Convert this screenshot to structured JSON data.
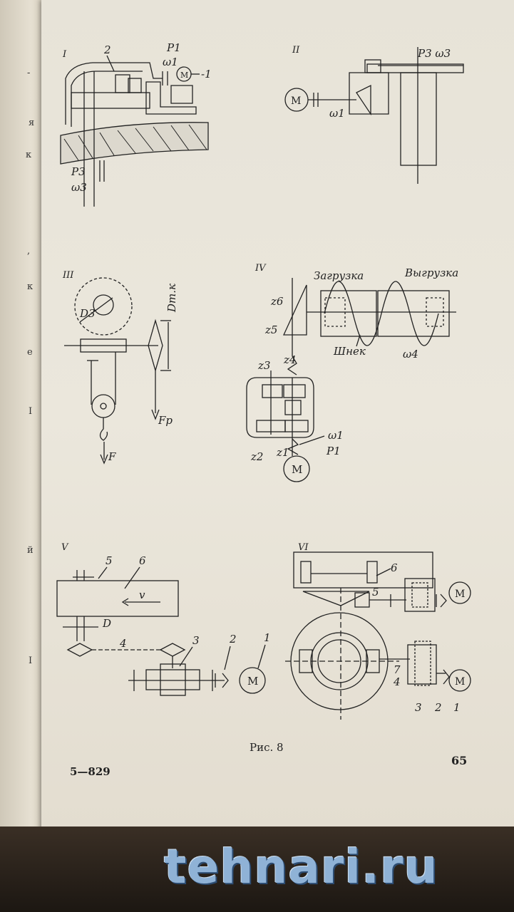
{
  "page": {
    "caption": "Рис. 8",
    "number": "65",
    "print_code": "5—829"
  },
  "watermark": "tehnari.ru",
  "margin_fragments": [
    "-",
    "я",
    "к",
    ",",
    "к",
    "е",
    "I",
    "й",
    "I"
  ],
  "diagrams": [
    {
      "label": "I",
      "motor": "M",
      "p1": "P1",
      "omega1": "ω1",
      "n1": "-1",
      "n2": "2",
      "p3": "P3",
      "omega3": "ω3"
    },
    {
      "label": "II",
      "motor": "M",
      "p3_omega3": "P3 ω3",
      "omega1": "ω1"
    },
    {
      "label": "III",
      "d3": "D3",
      "dtk": "Dт.к",
      "fp": "Fр",
      "f": "F"
    },
    {
      "label": "IV",
      "load": "Загрузка",
      "unload": "Выгрузка",
      "z6": "z6",
      "z5": "z5",
      "auger": "Шнек",
      "omega4": "ω4",
      "z3": "z3",
      "z4": "z4",
      "z2": "z2",
      "z1": "z1",
      "omega1": "ω1",
      "p1": "P1",
      "motor": "M"
    },
    {
      "label": "V",
      "n5": "5",
      "n6": "6",
      "v": "v",
      "d": "D",
      "n4": "4",
      "n3": "3",
      "n2": "2",
      "n1": "1",
      "motor": "M"
    },
    {
      "label": "VI",
      "n6": "6",
      "n5": "5",
      "n7": "7",
      "n4": "4",
      "n3": "3",
      "n2": "2",
      "n1": "1",
      "motor_top": "M",
      "motor_bottom": "M"
    }
  ]
}
